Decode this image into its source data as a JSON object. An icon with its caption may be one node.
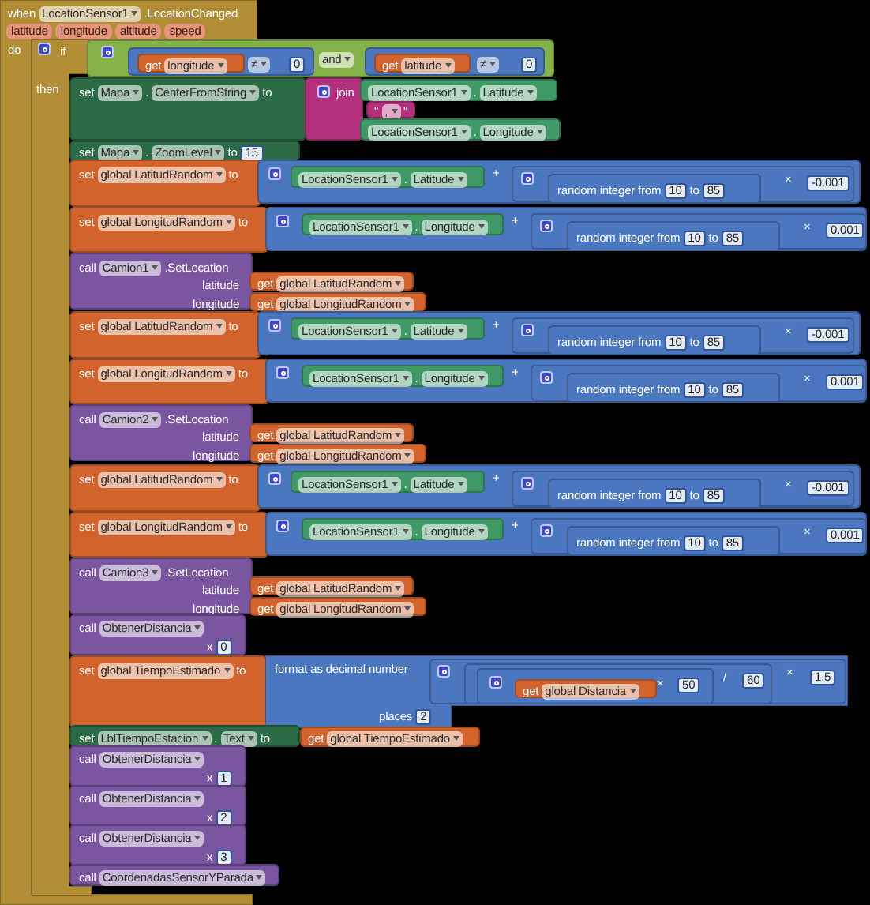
{
  "diagram": {
    "nodes": [
      {
        "text": [
          "when",
          "LocationSensor1",
          ".LocationChanged",
          "latitude",
          "longitude",
          "altitude",
          "speed",
          "do"
        ]
      },
      {
        "text": [
          "if",
          "then"
        ],
        "in": 0
      },
      {
        "text": [
          "and"
        ]
      },
      {
        "text": [
          "≠",
          "0"
        ],
        "in": 2
      },
      {
        "text": [
          "get",
          "longitude"
        ],
        "in": 3
      },
      {
        "text": [
          "≠",
          "0"
        ],
        "in": 2
      },
      {
        "text": [
          "get",
          "latitude"
        ],
        "in": 5
      },
      {
        "text": [
          "set",
          "Mapa",
          ".",
          "CenterFromString",
          "to"
        ]
      },
      {
        "text": [
          "join"
        ]
      },
      {
        "text": [
          "LocationSensor1",
          ".",
          "Latitude"
        ]
      },
      {
        "text": [
          "\"",
          ",",
          "\""
        ]
      },
      {
        "text": [
          "LocationSensor1",
          ".",
          "Longitude"
        ]
      },
      {
        "text": [
          "set",
          "Mapa",
          ".",
          "ZoomLevel",
          "to",
          "15"
        ]
      },
      {
        "text": [
          "set",
          "global LatitudRandom",
          "to"
        ]
      },
      {
        "text": [
          "+"
        ]
      },
      {
        "text": [
          "LocationSensor1",
          ".",
          "Latitude"
        ],
        "in": 14
      },
      {
        "text": [
          "×",
          "-0.001"
        ],
        "in": 14
      },
      {
        "text": [
          "random integer from",
          "10",
          "to",
          "85"
        ],
        "in": 16
      },
      {
        "text": [
          "set",
          "global LongitudRandom",
          "to"
        ]
      },
      {
        "text": [
          "+"
        ]
      },
      {
        "text": [
          "LocationSensor1",
          ".",
          "Longitude"
        ],
        "in": 19
      },
      {
        "text": [
          "×",
          "0.001"
        ],
        "in": 19
      },
      {
        "text": [
          "random integer from",
          "10",
          "to",
          "85"
        ],
        "in": 21
      },
      {
        "text": [
          "call",
          "Camion1",
          ".SetLocation",
          "latitude",
          "longitude"
        ]
      },
      {
        "text": [
          "get",
          "global LatitudRandom"
        ]
      },
      {
        "text": [
          "get",
          "global LongitudRandom"
        ]
      },
      {
        "text": [
          "set",
          "global LatitudRandom",
          "to"
        ]
      },
      {
        "text": [
          "+"
        ]
      },
      {
        "text": [
          "LocationSensor1",
          ".",
          "Latitude"
        ],
        "in": 27
      },
      {
        "text": [
          "×",
          "-0.001"
        ],
        "in": 27
      },
      {
        "text": [
          "random integer from",
          "10",
          "to",
          "85"
        ],
        "in": 29
      },
      {
        "text": [
          "set",
          "global LongitudRandom",
          "to"
        ]
      },
      {
        "text": [
          "+"
        ]
      },
      {
        "text": [
          "LocationSensor1",
          ".",
          "Longitude"
        ],
        "in": 32
      },
      {
        "text": [
          "×",
          "0.001"
        ],
        "in": 32
      },
      {
        "text": [
          "random integer from",
          "10",
          "to",
          "85"
        ],
        "in": 34
      },
      {
        "text": [
          "call",
          "Camion2",
          ".SetLocation",
          "latitude",
          "longitude"
        ]
      },
      {
        "text": [
          "get",
          "global LatitudRandom"
        ]
      },
      {
        "text": [
          "get",
          "global LongitudRandom"
        ]
      },
      {
        "text": [
          "set",
          "global LatitudRandom",
          "to"
        ]
      },
      {
        "text": [
          "+"
        ]
      },
      {
        "text": [
          "LocationSensor1",
          ".",
          "Latitude"
        ],
        "in": 40
      },
      {
        "text": [
          "×",
          "-0.001"
        ],
        "in": 40
      },
      {
        "text": [
          "random integer from",
          "10",
          "to",
          "85"
        ],
        "in": 42
      },
      {
        "text": [
          "set",
          "global LongitudRandom",
          "to"
        ]
      },
      {
        "text": [
          "+"
        ]
      },
      {
        "text": [
          "LocationSensor1",
          ".",
          "Longitude"
        ],
        "in": 45
      },
      {
        "text": [
          "×",
          "0.001"
        ],
        "in": 45
      },
      {
        "text": [
          "random integer from",
          "10",
          "to",
          "85"
        ],
        "in": 47
      },
      {
        "text": [
          "call",
          "Camion3",
          ".SetLocation",
          "latitude",
          "longitude"
        ]
      },
      {
        "text": [
          "get",
          "global LatitudRandom"
        ]
      },
      {
        "text": [
          "get",
          "global LongitudRandom"
        ]
      },
      {
        "text": [
          "call",
          "ObtenerDistancia",
          "x",
          "0"
        ]
      },
      {
        "text": [
          "set",
          "global TiempoEstimado",
          "to"
        ]
      },
      {
        "text": [
          "format as decimal number",
          "places",
          "2"
        ]
      },
      {
        "text": [
          "×",
          "1.5"
        ],
        "in": 54
      },
      {
        "text": [
          "/",
          "60"
        ],
        "in": 55
      },
      {
        "text": [
          "×",
          "50"
        ],
        "in": 56
      },
      {
        "text": [
          "get",
          "global Distancia"
        ],
        "in": 57
      },
      {
        "text": [
          "set",
          "LblTiempoEstacion",
          ".",
          "Text",
          "to"
        ]
      },
      {
        "text": [
          "get",
          "global TiempoEstimado"
        ]
      },
      {
        "text": [
          "call",
          "ObtenerDistancia",
          "x",
          "1"
        ]
      },
      {
        "text": [
          "call",
          "ObtenerDistancia",
          "x",
          "2"
        ]
      },
      {
        "text": [
          "call",
          "ObtenerDistancia",
          "x",
          "3"
        ]
      },
      {
        "text": [
          "call",
          "CoordenadasSensorYParada"
        ]
      }
    ]
  }
}
